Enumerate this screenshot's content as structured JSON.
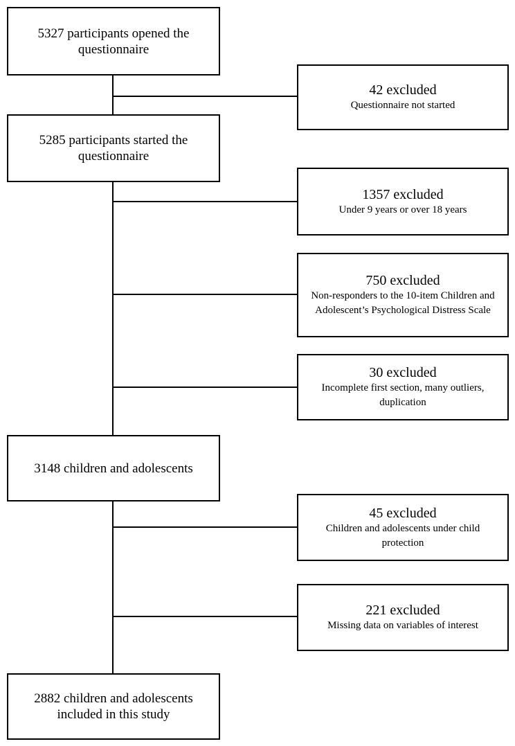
{
  "diagram": {
    "type": "participant-flow-chart",
    "background_color": "#ffffff",
    "line_color": "#000000",
    "main_flow": [
      {
        "id": "opened",
        "lines": [
          "5327 participants opened the",
          "questionnaire"
        ]
      },
      {
        "id": "started",
        "lines": [
          "5285 participants started the",
          "questionnaire"
        ]
      },
      {
        "id": "sample",
        "lines": [
          "3148 children and adolescents"
        ]
      },
      {
        "id": "included",
        "lines": [
          "2882 children and adolescents",
          "included in this study"
        ]
      }
    ],
    "exclusions": [
      {
        "headline": "42 excluded",
        "details": [
          "Questionnaire not started"
        ]
      },
      {
        "headline": "1357 excluded",
        "details": [
          "Under 9 years or over 18 years"
        ]
      },
      {
        "headline": "750 excluded",
        "details": [
          "Non-responders to the 10-item Children and",
          "Adolescent’s Psychological Distress Scale"
        ]
      },
      {
        "headline": "30 excluded",
        "details": [
          "Incomplete first section, many outliers,",
          "duplication"
        ]
      },
      {
        "headline": "45 excluded",
        "details": [
          "Children and adolescents under child",
          "protection"
        ]
      },
      {
        "headline": "221 excluded",
        "details": [
          "Missing data on variables of interest"
        ]
      }
    ]
  }
}
